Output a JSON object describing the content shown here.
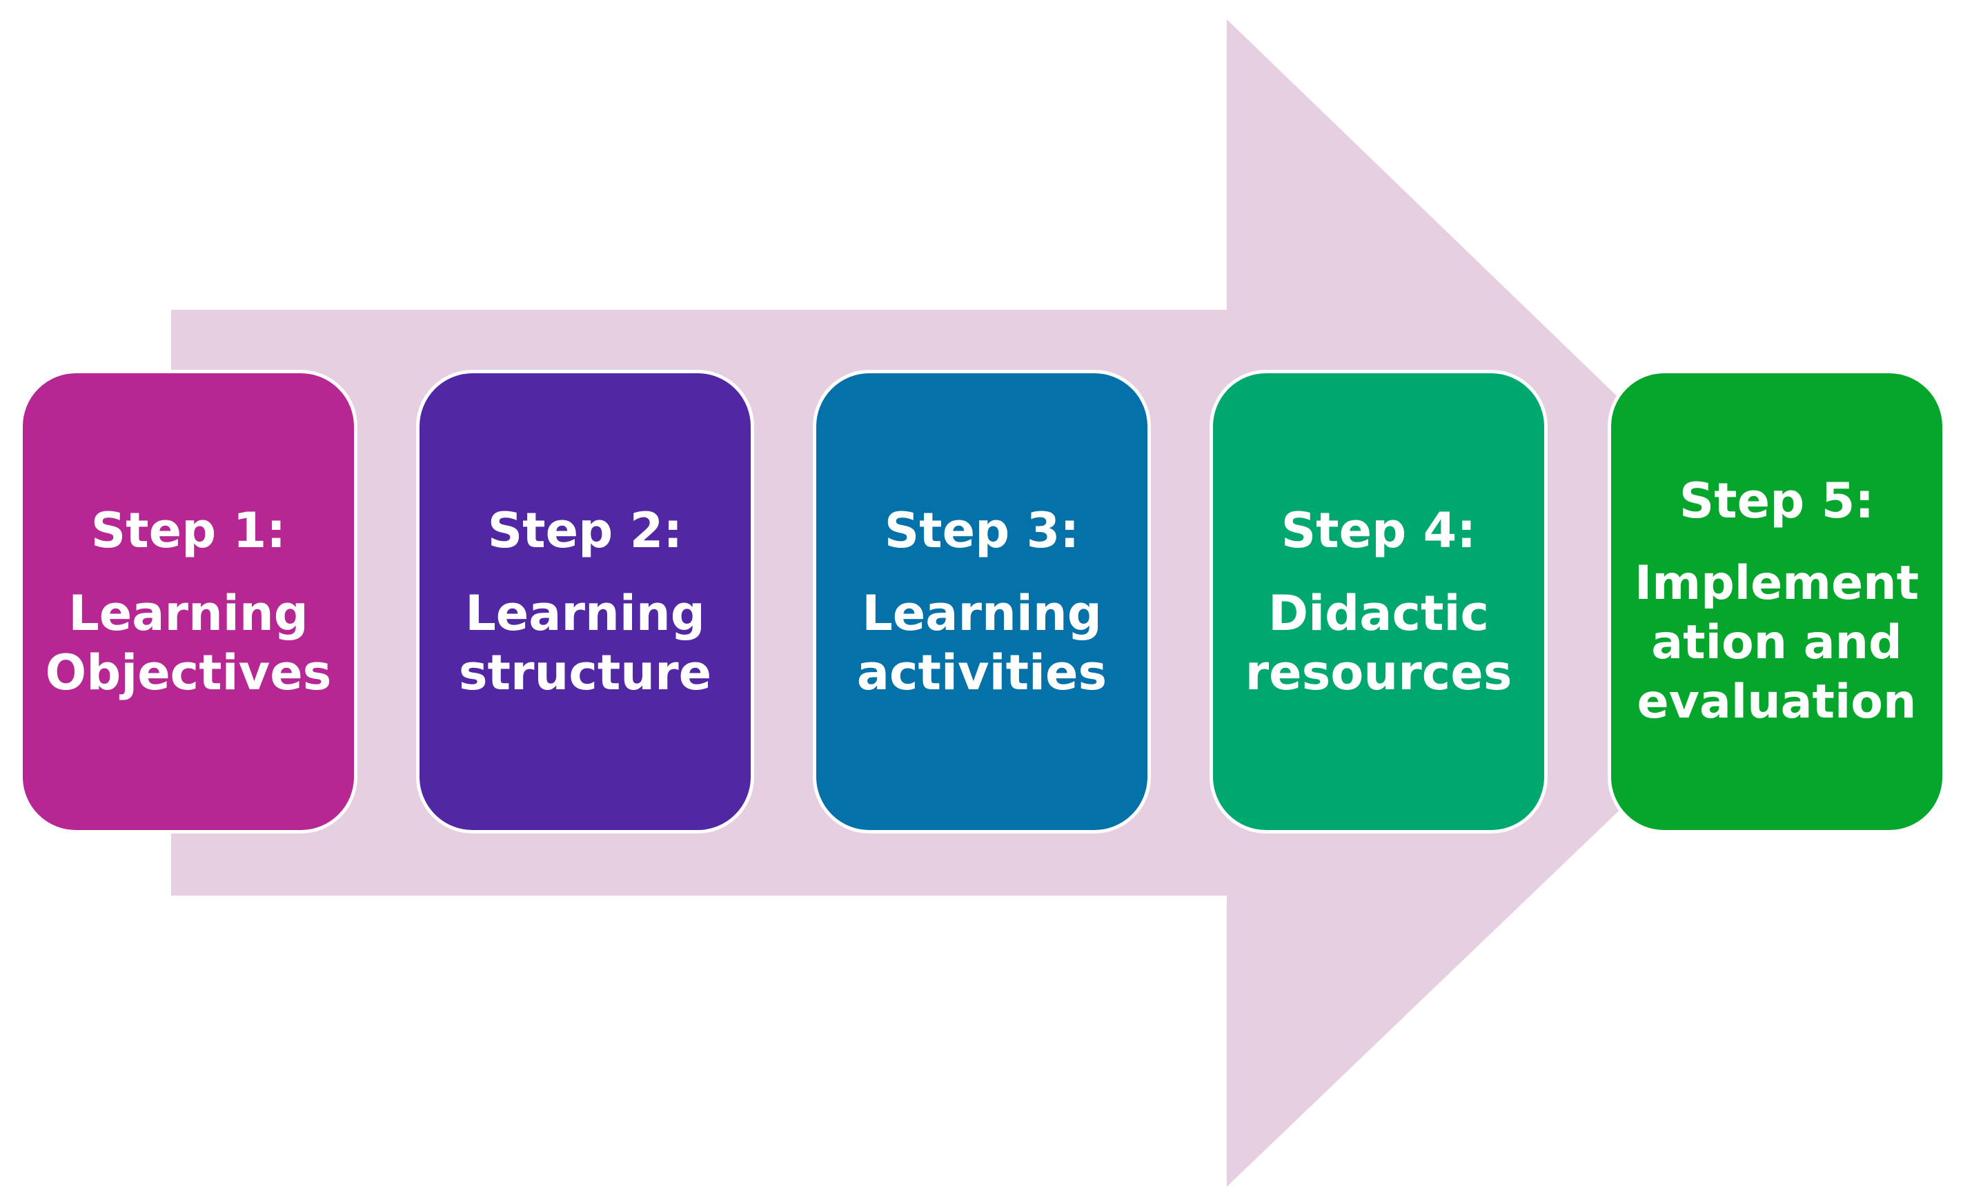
{
  "arrow": {
    "color": "#e6cfe0",
    "icon": "right-arrow-shape"
  },
  "steps": [
    {
      "number_label": "Step 1:",
      "title": "Learning\nObjectives",
      "color": "#b62793"
    },
    {
      "number_label": "Step 2:",
      "title": "Learning\nstructure",
      "color": "#5127a3"
    },
    {
      "number_label": "Step 3:",
      "title": "Learning\nactivities",
      "color": "#0471a8"
    },
    {
      "number_label": "Step 4:",
      "title": "Didactic\nresources",
      "color": "#00a76f"
    },
    {
      "number_label": "Step 5:",
      "title": "Implement\nation and\nevaluation",
      "color": "#06a52b"
    }
  ]
}
